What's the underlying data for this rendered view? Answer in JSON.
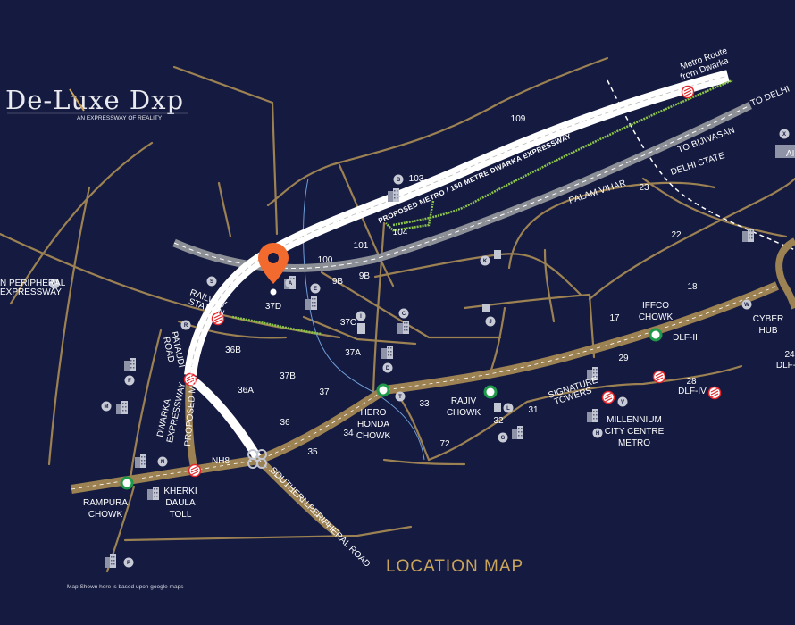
{
  "logo": {
    "name": "De-Luxe Dxp",
    "tagline": "AN EXPRESSWAY OF REALITY"
  },
  "title": "LOCATION MAP",
  "note": "Map Shown here is based upon google maps",
  "roads": {
    "proposed_metro_dwarka": "PROPOSED METRO / 150 METRE DWARKA EXPRESSWAY",
    "to_delhi": "TO DELHI",
    "to_bijwasan": "TO BIJWASAN",
    "delhi_state": "DELHI STATE",
    "metro_route": [
      "Metro Route",
      "from Dwarka"
    ],
    "dwarka_expressway": [
      "DWARKA",
      "EXPRESSWAY"
    ],
    "proposed_metro": "PROPOSED METRO",
    "southern_peripheral": "SOUTHERN PERIPHERAL ROAD",
    "nh8": "NH8",
    "palam_vihar": "PALAM VIHAR",
    "pataudi_road": [
      "PATAUDI",
      "ROAD"
    ],
    "railway_station": [
      "RAILWAY",
      "STATION"
    ],
    "northern_peripheral": [
      "N PERIPHERAL",
      "EXPRESSWAY"
    ]
  },
  "sectors": [
    "109",
    "103",
    "104",
    "101",
    "100",
    "9B",
    "9B",
    "37D",
    "37C",
    "37A",
    "37B",
    "37",
    "36B",
    "36A",
    "36",
    "35",
    "34",
    "33",
    "72",
    "32",
    "31",
    "29",
    "28",
    "DLF-IV",
    "DLF-II",
    "17",
    "18",
    "22",
    "23",
    "24",
    "DLF-"
  ],
  "places": {
    "ai": "AI",
    "iffco_chowk": [
      "IFFCO",
      "CHOWK"
    ],
    "cyber_hub": [
      "CYBER",
      "HUB"
    ],
    "signature_towers": [
      "SIGNATURE",
      "TOWERS"
    ],
    "millennium": [
      "MILLENNIUM",
      "CITY CENTRE",
      "METRO"
    ],
    "rajiv_chowk": [
      "RAJIV",
      "CHOWK"
    ],
    "hero_honda_chowk": [
      "HERO",
      "HONDA",
      "CHOWK"
    ],
    "rampura_chowk": [
      "RAMPURA",
      "CHOWK"
    ],
    "kherki_daula_toll": [
      "KHERKI",
      "DAULA",
      "TOLL"
    ]
  },
  "badges": [
    "A",
    "B",
    "C",
    "D",
    "E",
    "F",
    "G",
    "H",
    "I",
    "J",
    "K",
    "L",
    "M",
    "N",
    "P",
    "R",
    "S",
    "T",
    "U",
    "V",
    "W",
    "X"
  ],
  "colors": {
    "background": "#141a40",
    "road_gold": "#9c8152",
    "expressway": "#ffffff",
    "greenbelt": "#8bc34a",
    "pin": "#f26a2e",
    "metro_red": "#e5252a",
    "station_green": "#1f9a4a",
    "title_gold": "#c9a45a"
  }
}
